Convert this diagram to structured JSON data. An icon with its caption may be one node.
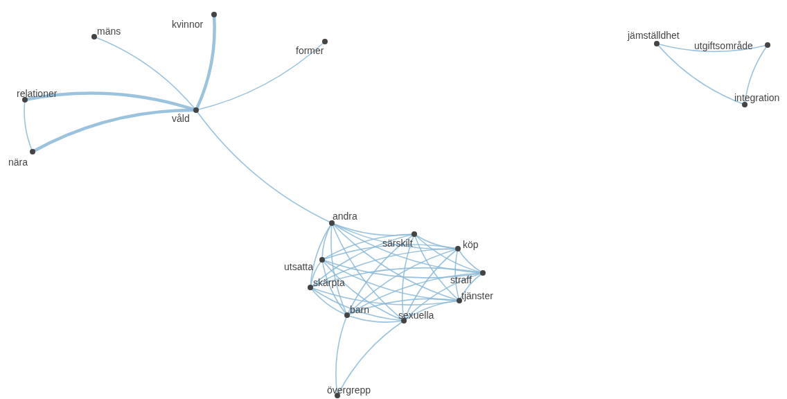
{
  "diagram": {
    "nodes": [
      {
        "text": [
          "mäns"
        ]
      },
      {
        "text": [
          "kvinnor"
        ]
      },
      {
        "text": [
          "former"
        ]
      },
      {
        "text": [
          "relationer"
        ]
      },
      {
        "text": [
          "våld"
        ]
      },
      {
        "text": [
          "nära"
        ]
      },
      {
        "text": [
          "jämställdhet"
        ]
      },
      {
        "text": [
          "utgiftsområde"
        ]
      },
      {
        "text": [
          "integration"
        ]
      },
      {
        "text": [
          "andra"
        ]
      },
      {
        "text": [
          "särskilt"
        ]
      },
      {
        "text": [
          "köp"
        ]
      },
      {
        "text": [
          "utsatta"
        ]
      },
      {
        "text": [
          "straff"
        ]
      },
      {
        "text": [
          "skärpta"
        ]
      },
      {
        "text": [
          "tjänster"
        ]
      },
      {
        "text": [
          "barn"
        ]
      },
      {
        "text": [
          "sexuella"
        ]
      },
      {
        "text": [
          "övergrepp"
        ]
      }
    ],
    "edges": [
      {
        "from": 4,
        "to": 0,
        "arrow": "none"
      },
      {
        "from": 4,
        "to": 1,
        "arrow": "none",
        "style": "thick"
      },
      {
        "from": 4,
        "to": 2,
        "arrow": "none"
      },
      {
        "from": 4,
        "to": 3,
        "arrow": "none",
        "style": "thick"
      },
      {
        "from": 4,
        "to": 5,
        "arrow": "none",
        "style": "thick"
      },
      {
        "from": 3,
        "to": 5,
        "arrow": "none"
      },
      {
        "from": 4,
        "to": 9,
        "arrow": "none"
      },
      {
        "from": 6,
        "to": 7,
        "arrow": "none"
      },
      {
        "from": 6,
        "to": 8,
        "arrow": "none"
      },
      {
        "from": 7,
        "to": 8,
        "arrow": "none"
      },
      {
        "from": 9,
        "to": 10,
        "arrow": "none"
      },
      {
        "from": 9,
        "to": 11,
        "arrow": "none"
      },
      {
        "from": 9,
        "to": 12,
        "arrow": "none"
      },
      {
        "from": 9,
        "to": 13,
        "arrow": "none"
      },
      {
        "from": 9,
        "to": 14,
        "arrow": "none"
      },
      {
        "from": 9,
        "to": 15,
        "arrow": "none"
      },
      {
        "from": 9,
        "to": 16,
        "arrow": "none"
      },
      {
        "from": 9,
        "to": 17,
        "arrow": "none"
      },
      {
        "from": 10,
        "to": 11,
        "arrow": "none"
      },
      {
        "from": 10,
        "to": 12,
        "arrow": "none"
      },
      {
        "from": 10,
        "to": 13,
        "arrow": "none"
      },
      {
        "from": 10,
        "to": 14,
        "arrow": "none"
      },
      {
        "from": 10,
        "to": 15,
        "arrow": "none"
      },
      {
        "from": 10,
        "to": 16,
        "arrow": "none"
      },
      {
        "from": 10,
        "to": 17,
        "arrow": "none"
      },
      {
        "from": 11,
        "to": 12,
        "arrow": "none"
      },
      {
        "from": 11,
        "to": 13,
        "arrow": "none"
      },
      {
        "from": 11,
        "to": 14,
        "arrow": "none"
      },
      {
        "from": 11,
        "to": 15,
        "arrow": "none"
      },
      {
        "from": 11,
        "to": 16,
        "arrow": "none"
      },
      {
        "from": 11,
        "to": 17,
        "arrow": "none"
      },
      {
        "from": 12,
        "to": 13,
        "arrow": "none"
      },
      {
        "from": 12,
        "to": 14,
        "arrow": "none"
      },
      {
        "from": 12,
        "to": 15,
        "arrow": "none"
      },
      {
        "from": 12,
        "to": 16,
        "arrow": "none"
      },
      {
        "from": 12,
        "to": 17,
        "arrow": "none"
      },
      {
        "from": 13,
        "to": 14,
        "arrow": "none"
      },
      {
        "from": 13,
        "to": 15,
        "arrow": "none"
      },
      {
        "from": 13,
        "to": 16,
        "arrow": "none"
      },
      {
        "from": 13,
        "to": 17,
        "arrow": "none"
      },
      {
        "from": 14,
        "to": 15,
        "arrow": "none"
      },
      {
        "from": 14,
        "to": 16,
        "arrow": "none"
      },
      {
        "from": 14,
        "to": 17,
        "arrow": "none"
      },
      {
        "from": 15,
        "to": 16,
        "arrow": "none"
      },
      {
        "from": 15,
        "to": 17,
        "arrow": "none"
      },
      {
        "from": 16,
        "to": 17,
        "arrow": "none"
      },
      {
        "from": 16,
        "to": 18,
        "arrow": "none"
      },
      {
        "from": 17,
        "to": 18,
        "arrow": "none"
      }
    ]
  }
}
